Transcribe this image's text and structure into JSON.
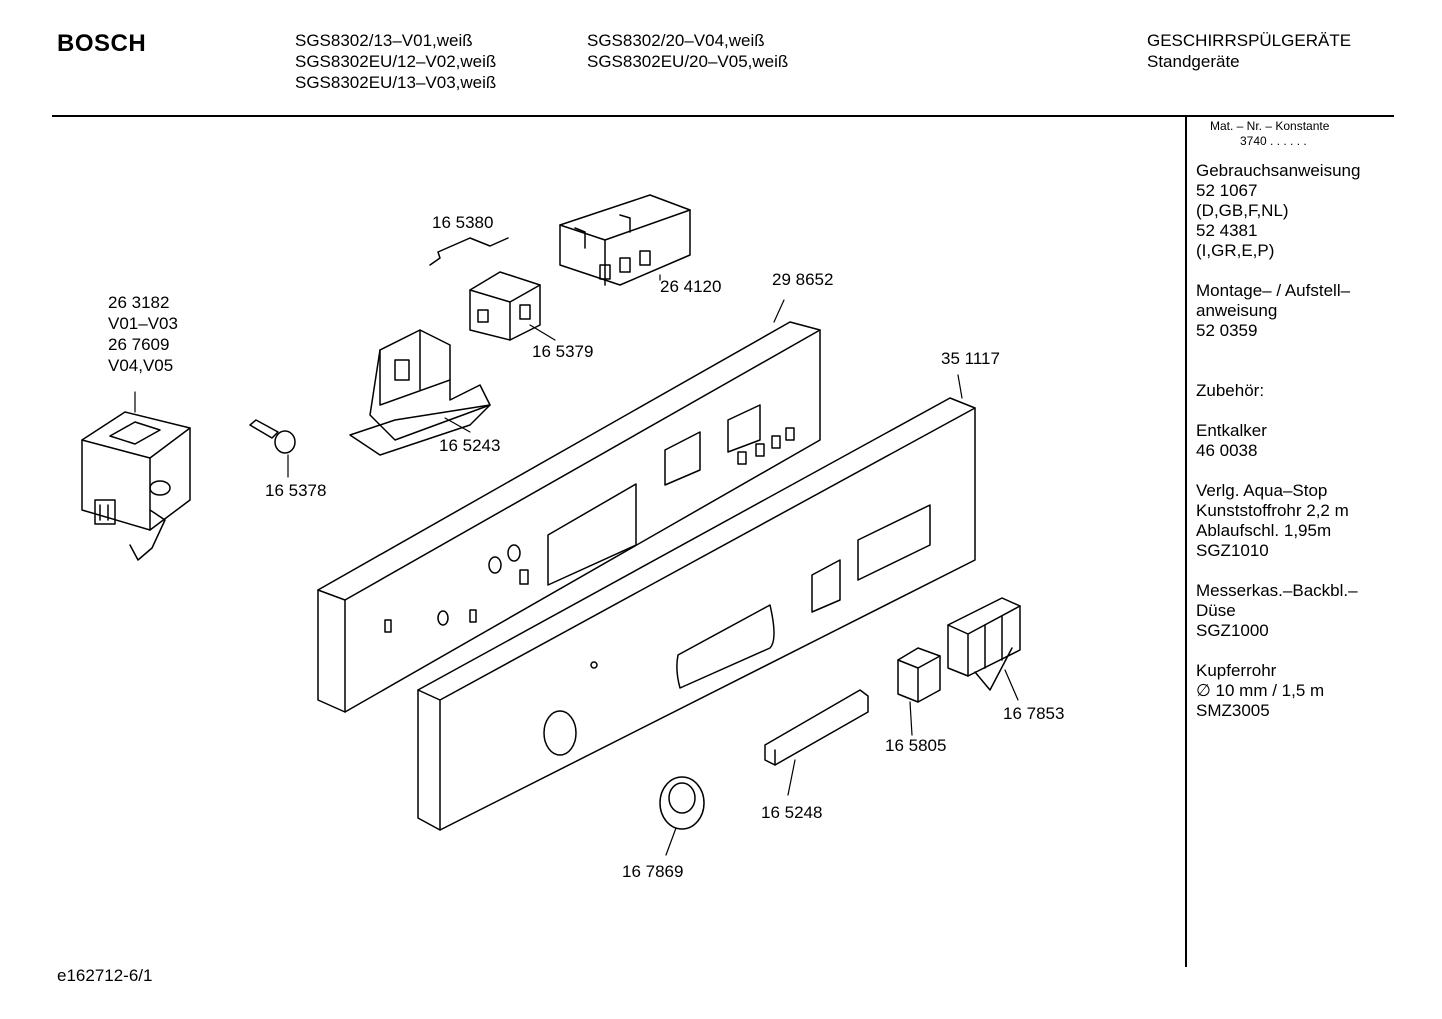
{
  "header": {
    "brand": "BOSCH",
    "models_col1": [
      "SGS8302/13–V01,weiß",
      "SGS8302EU/12–V02,weiß",
      "SGS8302EU/13–V03,weiß"
    ],
    "models_col2": [
      "SGS8302/20–V04,weiß",
      "SGS8302EU/20–V05,weiß"
    ],
    "category": "GESCHIRRSPÜLGERÄTE",
    "subcategory": "Standgeräte"
  },
  "sidebar": {
    "mat_label": "Mat. – Nr. – Konstante",
    "mat_value": "3740 .  .  .  .  .  .",
    "blocks": [
      [
        "Gebrauchsanweisung",
        "52 1067",
        "(D,GB,F,NL)",
        "52 4381",
        "(I,GR,E,P)"
      ],
      [
        "Montage– / Aufstell–",
        "anweisung",
        "52 0359"
      ],
      [
        "",
        "Zubehör:"
      ],
      [
        "Entkalker",
        "46 0038"
      ],
      [
        "Verlg. Aqua–Stop",
        "Kunststoffrohr 2,2 m",
        "Ablaufschl. 1,95m",
        "SGZ1010"
      ],
      [
        "Messerkas.–Backbl.–",
        "Düse",
        "SGZ1000"
      ],
      [
        "Kupferrohr",
        "∅ 10 mm / 1,5 m",
        "SMZ3005"
      ]
    ]
  },
  "parts": {
    "p165380": "16 5380",
    "p264120": "26 4120",
    "p298652": "29 8652",
    "p263182": "26 3182",
    "v01v03": "V01–V03",
    "p267609": "26 7609",
    "v04v05": "V04,V05",
    "p165379": "16 5379",
    "p351117": "35 1117",
    "p165243": "16 5243",
    "p165378": "16 5378",
    "p167853": "16 7853",
    "p165805": "16 5805",
    "p165248": "16 5248",
    "p167869": "16 7869"
  },
  "footer": {
    "drawing_id": "e162712-6/1"
  }
}
